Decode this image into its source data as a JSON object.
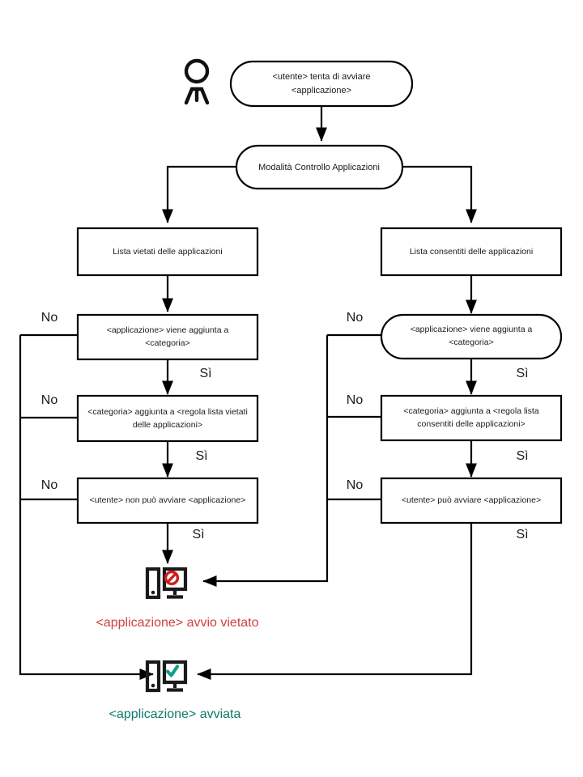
{
  "diagram": {
    "title": "Application Control mode flowchart",
    "colors": {
      "stroke": "#000000",
      "blocked_text": "#cf4141",
      "allowed_text": "#0b7a6b",
      "deny_icon": "#d11b1b",
      "check_icon": "#139e86"
    },
    "actor": {
      "name": "user-actor-icon",
      "label": ""
    },
    "nodes": {
      "start": {
        "shape": "stadium",
        "line1": "<utente> tenta di avviare",
        "line2": "<applicazione>"
      },
      "mode": {
        "shape": "stadium",
        "line1": "Modalità Controllo Applicazioni"
      },
      "denylist": {
        "shape": "rect",
        "line1": "Lista vietati delle applicazioni"
      },
      "allowlist": {
        "shape": "rect",
        "line1": "Lista consentiti delle applicazioni"
      },
      "deny_category": {
        "shape": "rect",
        "line1": "<applicazione> viene aggiunta a",
        "line2": "<categoria>"
      },
      "allow_category": {
        "shape": "stadium",
        "line1": "<applicazione> viene aggiunta a",
        "line2": "<categoria>"
      },
      "deny_rule": {
        "shape": "rect",
        "line1": "<categoria> aggiunta a <regola lista vietati",
        "line2": "delle applicazioni>"
      },
      "allow_rule": {
        "shape": "rect",
        "line1": "<categoria> aggiunta a <regola lista",
        "line2": "consentiti delle applicazioni>"
      },
      "deny_result": {
        "shape": "rect",
        "line1": "<utente> non può avviare <applicazione>"
      },
      "allow_result": {
        "shape": "rect",
        "line1": "<utente> può avviare <applicazione>"
      }
    },
    "branch_labels": {
      "yes": "Sì",
      "no": "No"
    },
    "branches": [
      {
        "id": "deny-category-no",
        "label": "No",
        "side": "left"
      },
      {
        "id": "deny-category-yes",
        "label": "Sì",
        "side": "left"
      },
      {
        "id": "deny-rule-no",
        "label": "No",
        "side": "left"
      },
      {
        "id": "deny-rule-yes",
        "label": "Sì",
        "side": "left"
      },
      {
        "id": "deny-result-no",
        "label": "No",
        "side": "left"
      },
      {
        "id": "deny-result-yes",
        "label": "Sì",
        "side": "left"
      },
      {
        "id": "allow-category-no",
        "label": "No",
        "side": "right"
      },
      {
        "id": "allow-category-yes",
        "label": "Sì",
        "side": "right"
      },
      {
        "id": "allow-rule-no",
        "label": "No",
        "side": "right"
      },
      {
        "id": "allow-rule-yes",
        "label": "Sì",
        "side": "right"
      },
      {
        "id": "allow-result-no",
        "label": "No",
        "side": "right"
      },
      {
        "id": "allow-result-yes",
        "label": "Sì",
        "side": "right"
      }
    ],
    "outcomes": {
      "blocked": {
        "icon": "computer-blocked-icon",
        "text": "<applicazione> avvio vietato"
      },
      "allowed": {
        "icon": "computer-allowed-icon",
        "text": "<applicazione> avviata"
      }
    }
  }
}
